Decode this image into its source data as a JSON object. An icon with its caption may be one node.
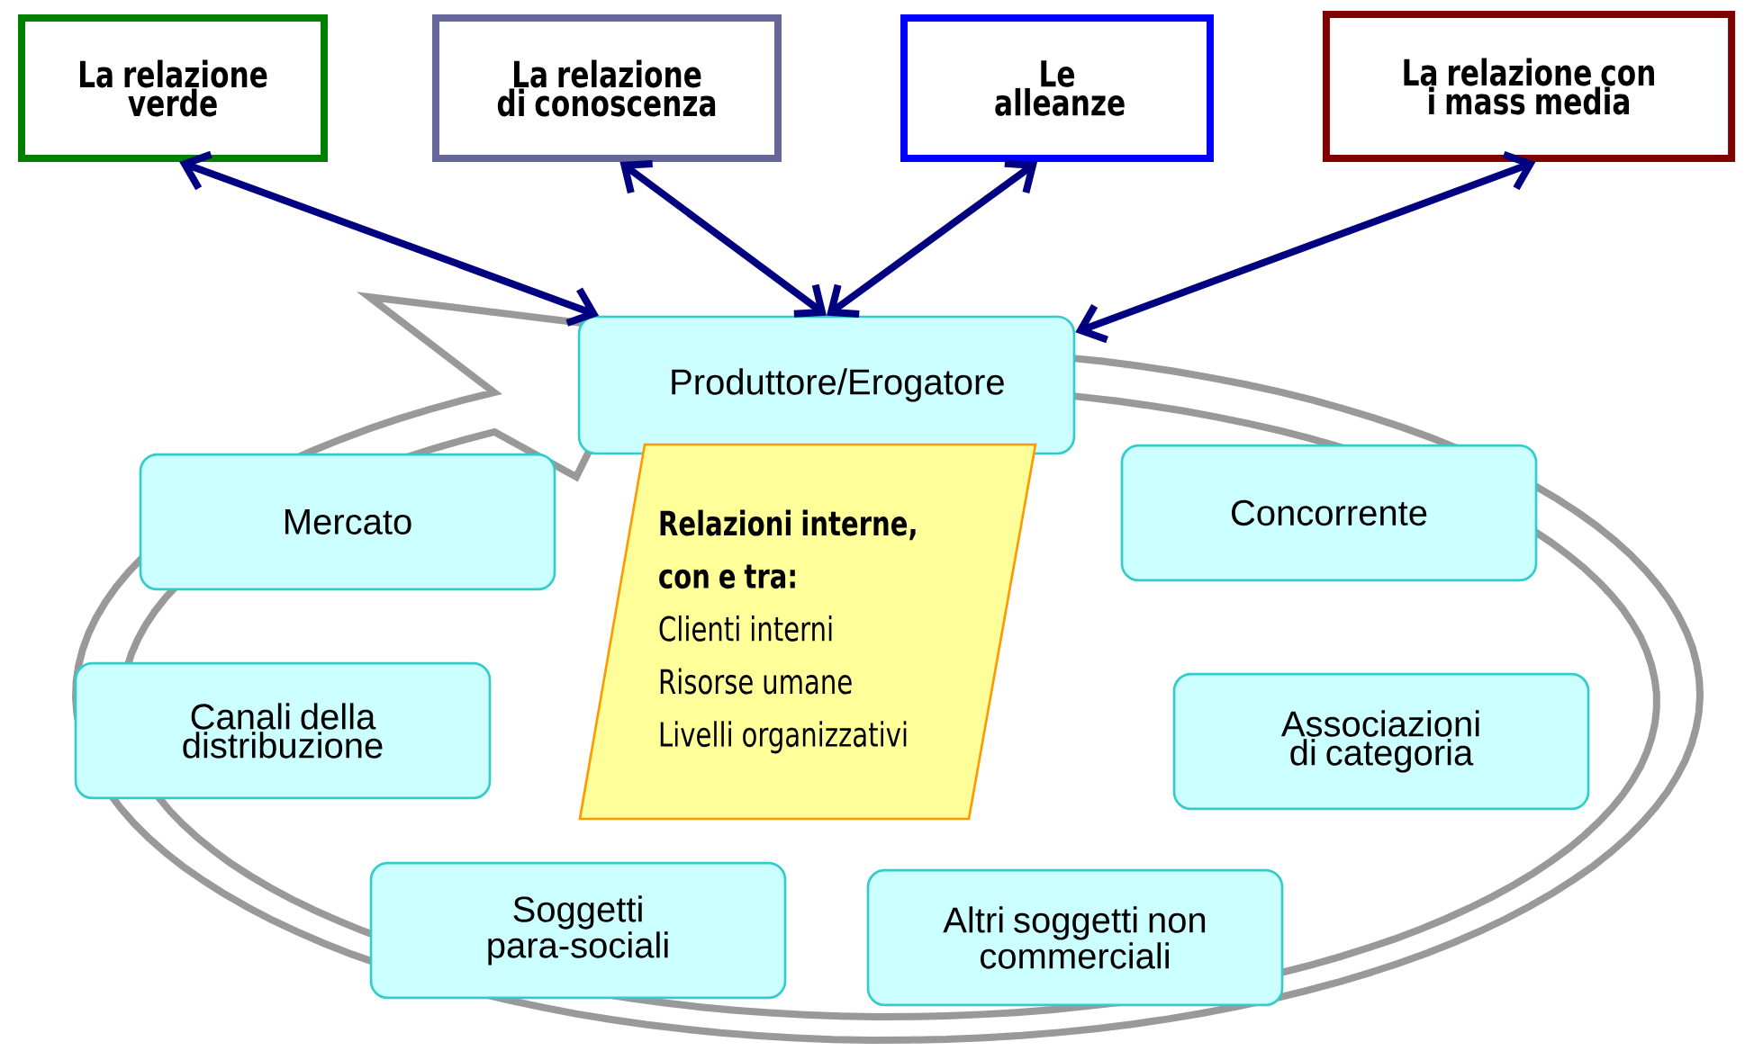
{
  "diagram": {
    "nodes": [
      {
        "text": [
          "La relazione verde"
        ]
      },
      {
        "text": [
          "La relazione di conoscenza"
        ]
      },
      {
        "text": [
          "Le alleanze"
        ]
      },
      {
        "text": [
          "La relazione con i mass media"
        ]
      },
      {
        "text": [
          "Produttore/Erogatore"
        ]
      },
      {
        "text": [
          "Mercato"
        ]
      },
      {
        "text": [
          "Concorrente"
        ]
      },
      {
        "text": [
          "Relazioni interne, con e tra:",
          "Clienti interni",
          "Risorse umane",
          "Livelli organizzativi"
        ]
      },
      {
        "text": [
          "Canali della distribuzione"
        ]
      },
      {
        "text": [
          "Associazioni di categoria"
        ]
      },
      {
        "text": [
          "Soggetti para-sociali"
        ]
      },
      {
        "text": [
          "Altri soggetti non commerciali"
        ]
      }
    ],
    "edges": [
      {
        "from": 0,
        "to": 4,
        "arrow": "both"
      },
      {
        "from": 1,
        "to": 4,
        "arrow": "both"
      },
      {
        "from": 2,
        "to": 4,
        "arrow": "both"
      },
      {
        "from": 3,
        "to": 4,
        "arrow": "both"
      }
    ]
  }
}
